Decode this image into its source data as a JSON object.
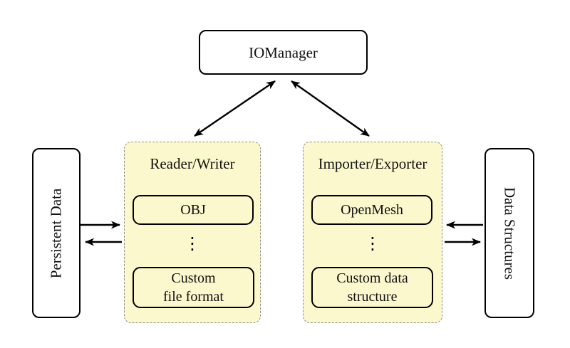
{
  "diagram": {
    "io_manager": {
      "label": "IOManager"
    },
    "reader_writer": {
      "title": "Reader/Writer",
      "items": [
        {
          "label": "OBJ"
        },
        {
          "label": "Custom\nfile format"
        }
      ],
      "dots": "⋮"
    },
    "importer_exporter": {
      "title": "Importer/Exporter",
      "items": [
        {
          "label": "OpenMesh"
        },
        {
          "label": "Custom data\nstructure"
        }
      ],
      "dots": "⋮"
    },
    "persistent_data": {
      "label": "Persistent Data"
    },
    "data_structures": {
      "label": "Data Structures"
    },
    "colors": {
      "container_fill": "#FCF8CD",
      "container_border": "#8F8F8F",
      "node_border": "#000000",
      "node_fill": "#FFFFFF",
      "arrow": "#000000"
    }
  }
}
